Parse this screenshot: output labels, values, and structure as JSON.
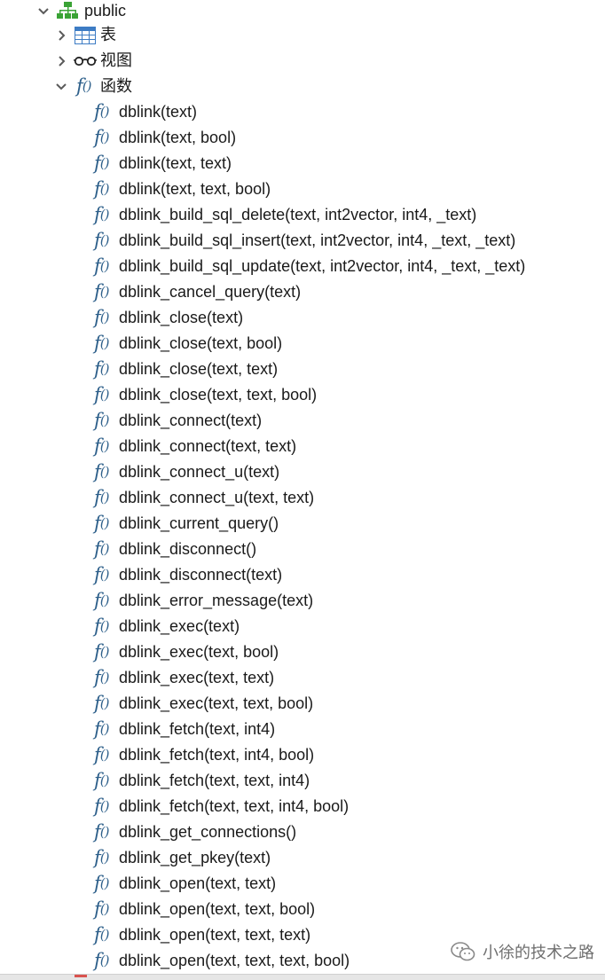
{
  "tree": {
    "schema": {
      "label": "public",
      "icon": "schema-icon",
      "expanded": true
    },
    "categories": [
      {
        "id": "tables",
        "label": "表",
        "icon": "table-icon",
        "expanded": false
      },
      {
        "id": "views",
        "label": "视图",
        "icon": "glasses-icon",
        "expanded": false
      },
      {
        "id": "functions",
        "label": "函数",
        "icon": "function-icon",
        "expanded": true
      }
    ],
    "function_items": [
      "dblink(text)",
      "dblink(text, bool)",
      "dblink(text, text)",
      "dblink(text, text, bool)",
      "dblink_build_sql_delete(text, int2vector, int4, _text)",
      "dblink_build_sql_insert(text, int2vector, int4, _text, _text)",
      "dblink_build_sql_update(text, int2vector, int4, _text, _text)",
      "dblink_cancel_query(text)",
      "dblink_close(text)",
      "dblink_close(text, bool)",
      "dblink_close(text, text)",
      "dblink_close(text, text, bool)",
      "dblink_connect(text)",
      "dblink_connect(text, text)",
      "dblink_connect_u(text)",
      "dblink_connect_u(text, text)",
      "dblink_current_query()",
      "dblink_disconnect()",
      "dblink_disconnect(text)",
      "dblink_error_message(text)",
      "dblink_exec(text)",
      "dblink_exec(text, bool)",
      "dblink_exec(text, text)",
      "dblink_exec(text, text, bool)",
      "dblink_fetch(text, int4)",
      "dblink_fetch(text, int4, bool)",
      "dblink_fetch(text, text, int4)",
      "dblink_fetch(text, text, int4, bool)",
      "dblink_get_connections()",
      "dblink_get_pkey(text)",
      "dblink_open(text, text)",
      "dblink_open(text, text, bool)",
      "dblink_open(text, text, text)",
      "dblink_open(text, text, text, bool)"
    ]
  },
  "watermark": {
    "text": "小徐的技术之路",
    "icon": "wechat-icon"
  },
  "colors": {
    "function_icon": "#2d5f8a",
    "schema_icon": "#3aa335",
    "table_icon": "#3d7cc4",
    "chevron": "#5a5a5a"
  }
}
